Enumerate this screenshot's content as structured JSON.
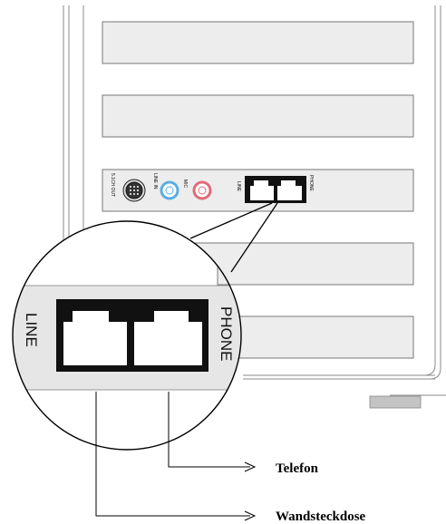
{
  "panel_labels": {
    "surround_out": "5.1CH OUT",
    "line_in": "LINE IN",
    "mic": "MIC",
    "line": "LINE",
    "phone": "PHONE"
  },
  "zoom_labels": {
    "line": "LINE",
    "phone": "PHONE"
  },
  "callouts": {
    "telefon": "Telefon",
    "wandsteckdose": "Wandsteckdose"
  },
  "colors": {
    "line_in_jack": "#5aaee0",
    "mic_jack": "#e06a7a",
    "slot_fill": "#ededed",
    "zoom_strip": "#e6e6e6",
    "port_black": "#111111"
  },
  "icons": {
    "din_connector": "din-connector-icon",
    "line_in_jack": "audio-jack-icon",
    "mic_jack": "audio-jack-icon",
    "rj11_port": "rj11-port-icon",
    "callout_arrow": "arrow-right-icon"
  }
}
